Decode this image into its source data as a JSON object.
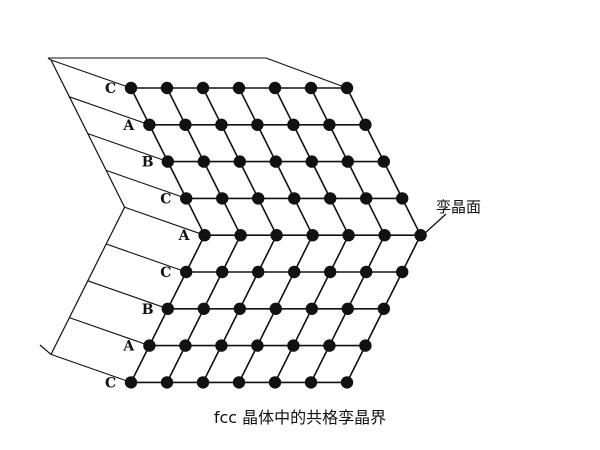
{
  "layer_sequence": [
    "C",
    "A",
    "B",
    "C",
    "A",
    "C",
    "B",
    "A",
    "C"
  ],
  "twin_plane_label": "孪晶面",
  "caption": "fcc 晶体中的共格孪晶界",
  "colors": {
    "ink": "#111111",
    "background": "#ffffff"
  }
}
